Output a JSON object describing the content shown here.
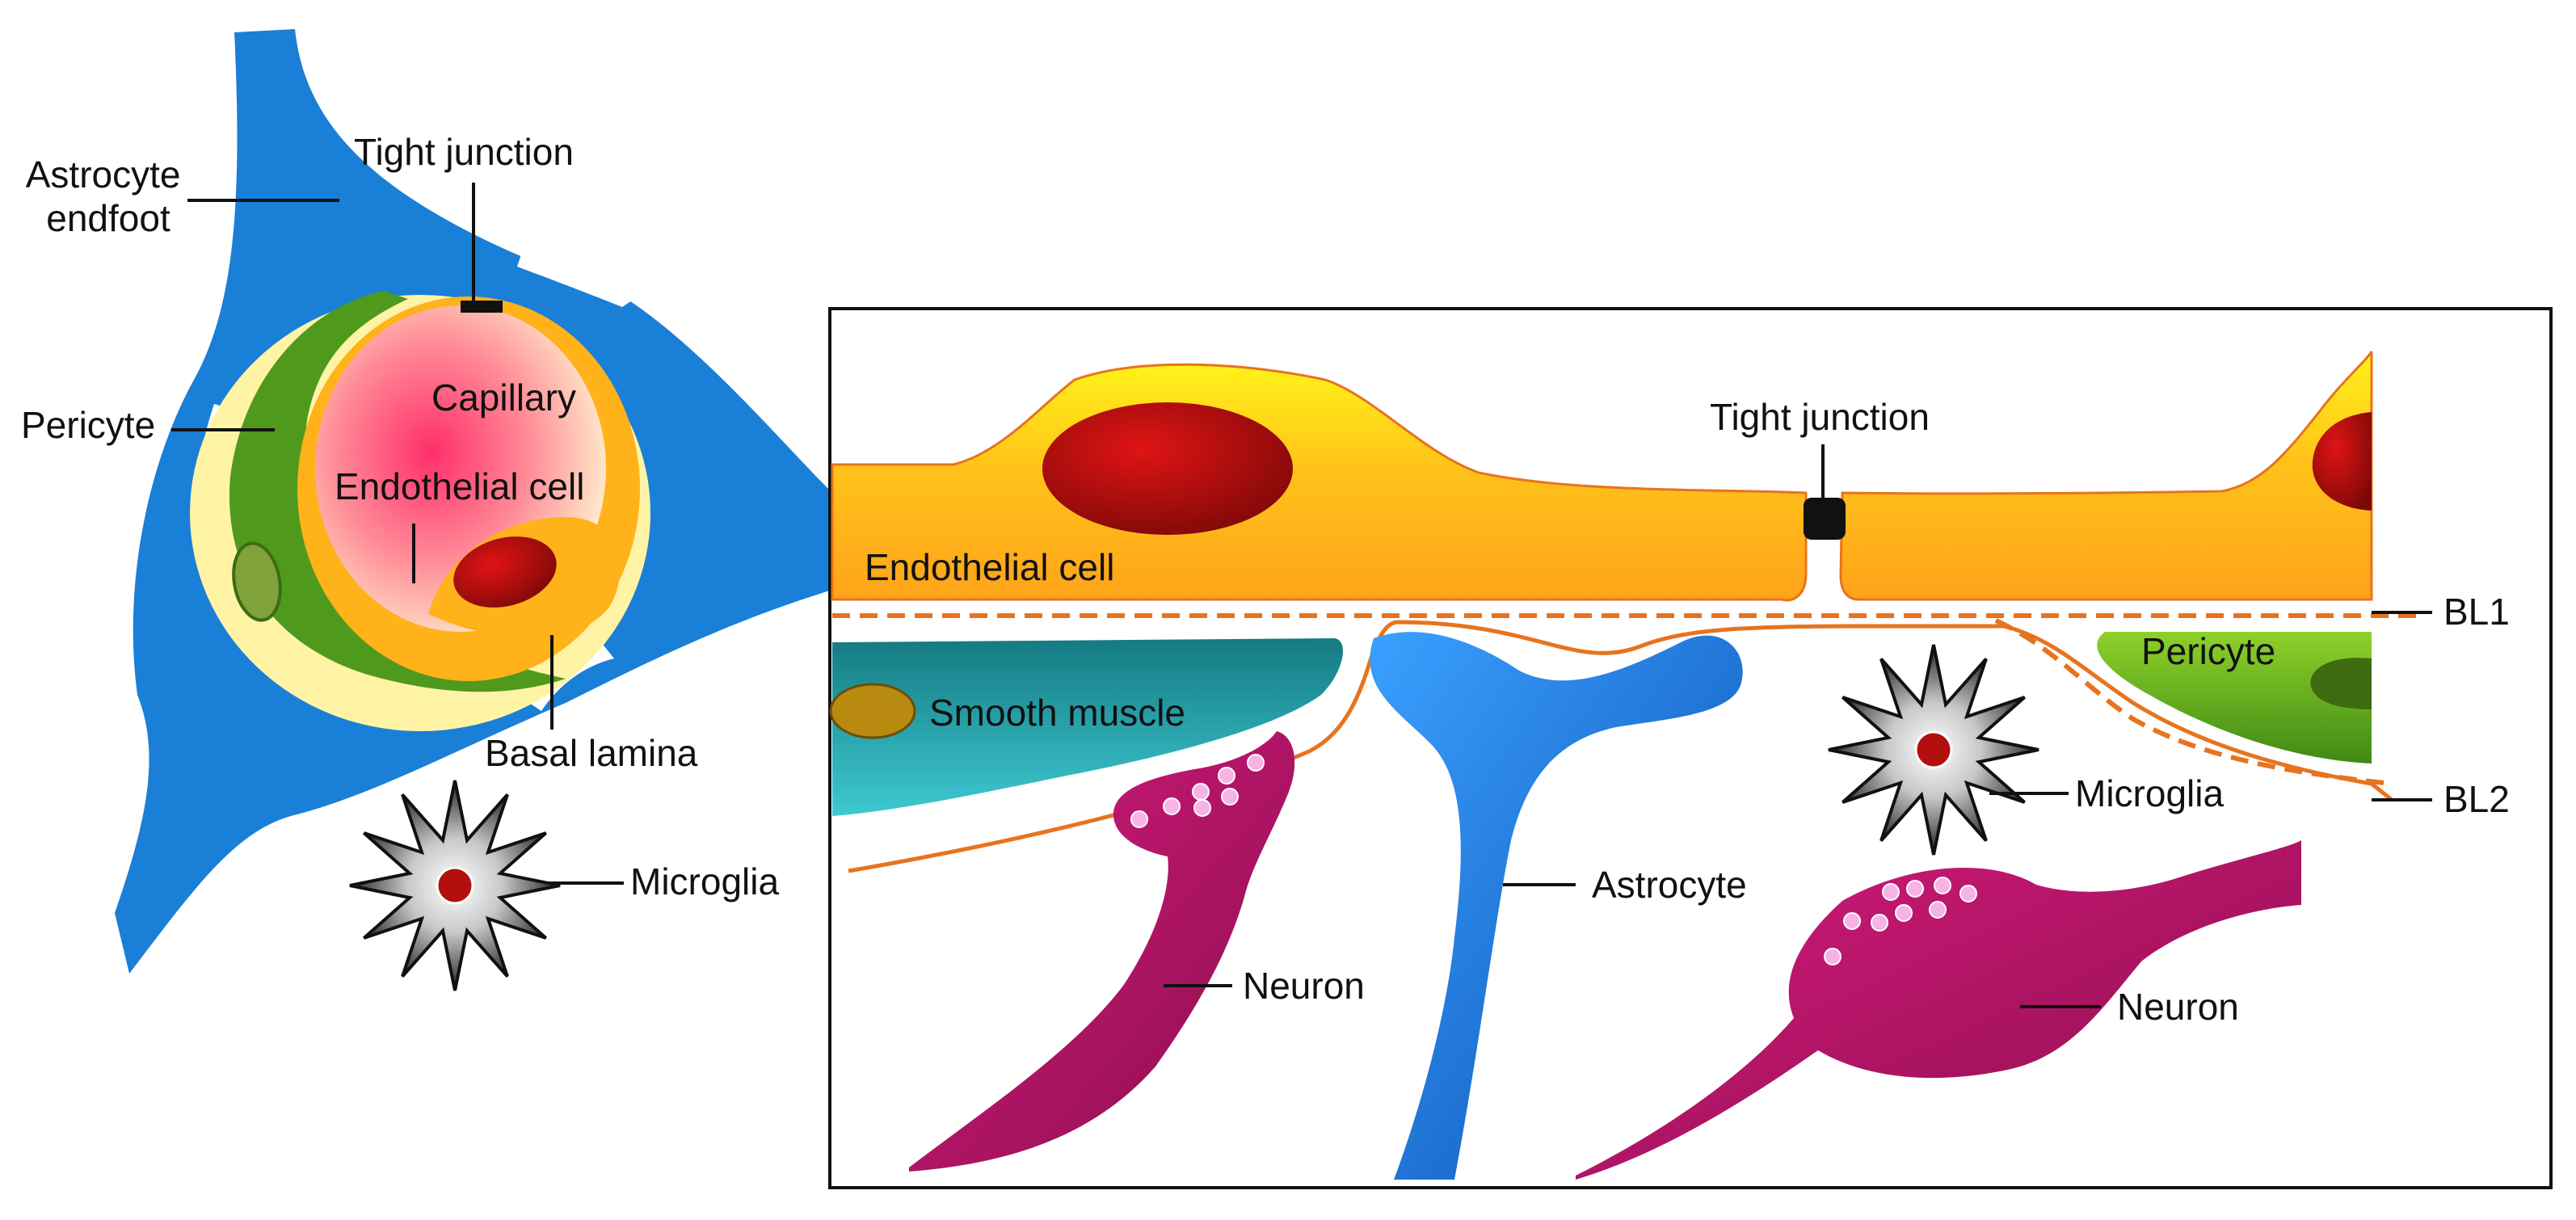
{
  "left_panel": {
    "astrocyte_endfoot_label": [
      "Astrocyte",
      "endfoot"
    ],
    "tight_junction_label": "Tight junction",
    "pericyte_label": "Pericyte",
    "capillary_label": "Capillary",
    "endothelial_cell_label": "Endothelial cell",
    "basal_lamina_label": "Basal lamina",
    "microglia_label": "Microglia"
  },
  "right_panel": {
    "tight_junction_label": "Tight junction",
    "endothelial_cell_label": "Endothelial cell",
    "bl1_label": "BL1",
    "bl2_label": "BL2",
    "pericyte_label": "Pericyte",
    "smooth_muscle_label": "Smooth muscle",
    "microglia_label": "Microglia",
    "astrocyte_label": "Astrocyte",
    "neuron_left_label": "Neuron",
    "neuron_right_label": "Neuron"
  },
  "colors": {
    "astrocyte": "#1a7fd6",
    "endothelial": "#ffb21a",
    "pericyte": "#4f9a1c",
    "basal_lamina_fill": "#fff3a6",
    "nucleus": "#b30f0f",
    "neuron": "#c4146e",
    "smooth_muscle": "#1f9aa8",
    "membrane_line": "#e8731e"
  }
}
